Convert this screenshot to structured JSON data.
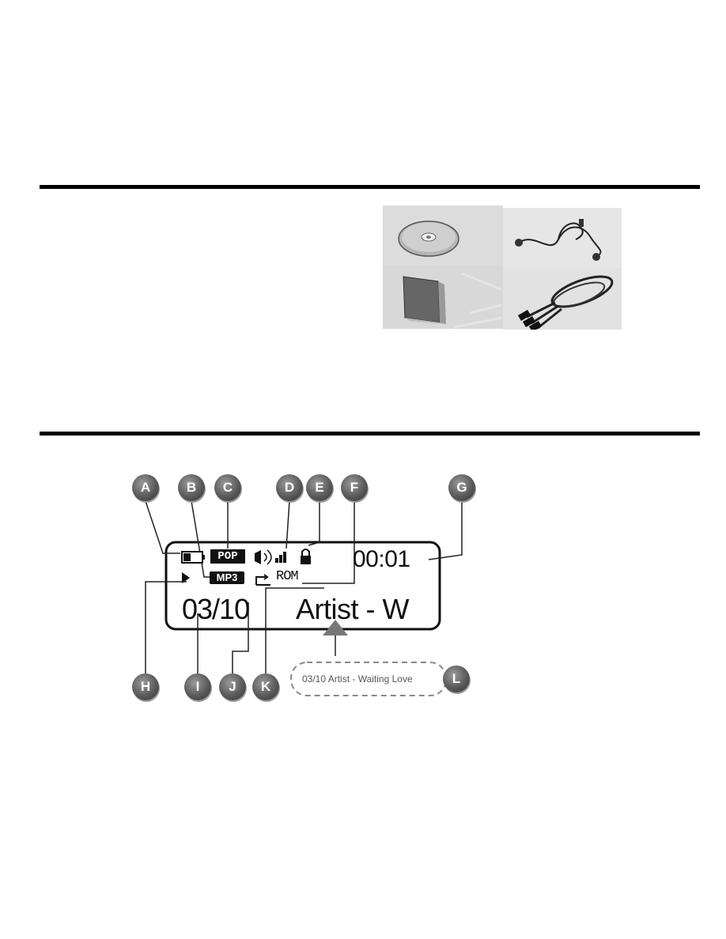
{
  "accessories": {
    "items": [
      "cd-rom",
      "earphones",
      "user-manual",
      "av-cable"
    ]
  },
  "lcd": {
    "time": "00:01",
    "track": "03/10",
    "title_scroll": "Artist - W",
    "eq_badge": "POP",
    "format_badge": "MP3",
    "repeat_mode": "ROM",
    "full_title": "03/10 Artist - Waiting Love"
  },
  "callouts": {
    "a": "A",
    "b": "B",
    "c": "C",
    "d": "D",
    "e": "E",
    "f": "F",
    "g": "G",
    "h": "H",
    "i": "I",
    "j": "J",
    "k": "K",
    "l": "L"
  }
}
